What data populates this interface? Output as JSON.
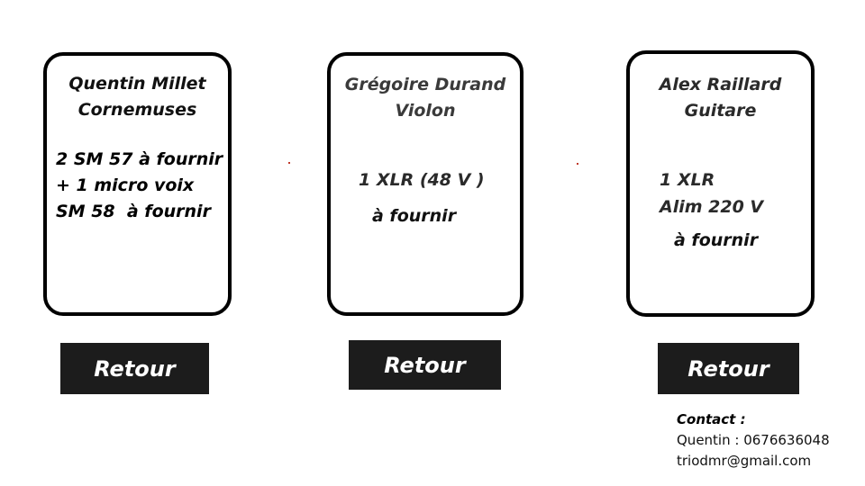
{
  "cards": [
    {
      "name": "Quentin Millet",
      "instrument": "Cornemuses",
      "lines": "2 SM 57 à fournir\n+ 1 micro voix\nSM 58  à fournir"
    },
    {
      "name": "Grégoire Durand",
      "instrument": "Violon",
      "line_a": "1 XLR (48 V )",
      "line_b": "à fournir"
    },
    {
      "name": "Alex Raillard",
      "instrument": "Guitare",
      "line_a": "1 XLR\nAlim 220 V",
      "line_b": "à fournir"
    }
  ],
  "buttons": {
    "retour_1": "Retour",
    "retour_2": "Retour",
    "retour_3": "Retour"
  },
  "contact": {
    "title": "Contact :",
    "phone_line": "Quentin : 0676636048",
    "email_line": "triodmr@gmail.com"
  },
  "colors": {
    "button_bg": "#1c1c1c",
    "button_text": "#ffffff",
    "card_border": "#000000"
  }
}
